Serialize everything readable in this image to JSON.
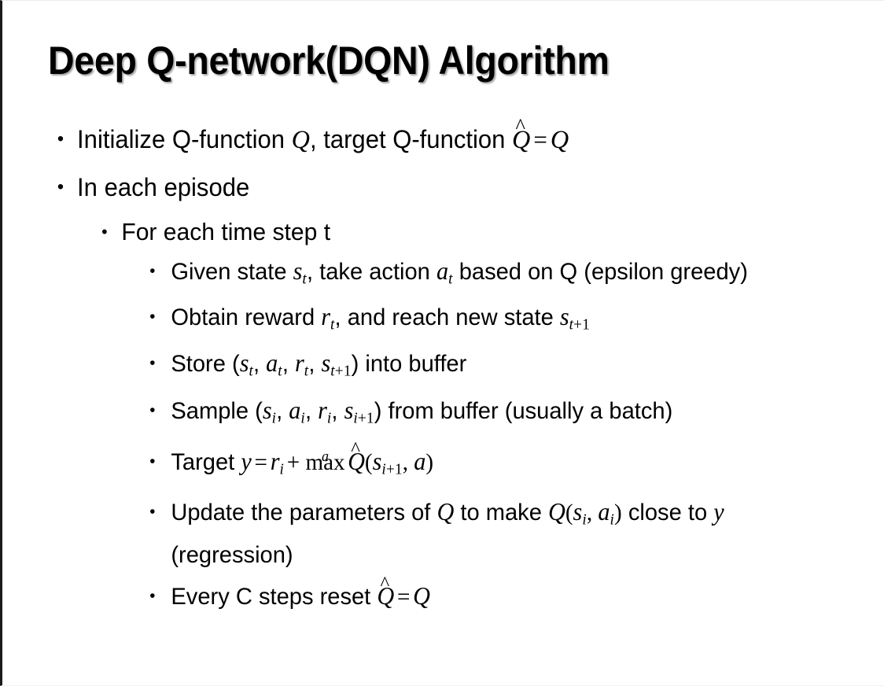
{
  "slide": {
    "title": "Deep Q-network(DQN) Algorithm",
    "background_color": "#ffffff",
    "text_color": "#000000",
    "border_color": "#1a1a1a",
    "bullet_glyph": "•"
  },
  "content": {
    "l1_initialize": {
      "text_a": "Initialize Q-function ",
      "var_q1": "Q",
      "text_b": ", target Q-function ",
      "qhat": "Q",
      "hat": "^",
      "equals": "=",
      "var_q2": "Q"
    },
    "l1_episode": {
      "text": "In each episode"
    },
    "l2_timestep": {
      "text": "For each time step t"
    },
    "l3_given": {
      "text_a": "Given state ",
      "var_s": "s",
      "sub_s": "t",
      "text_b": ", take action ",
      "var_a": "a",
      "sub_a": "t",
      "text_c": " based on Q (epsilon greedy)"
    },
    "l3_obtain": {
      "text_a": "Obtain reward ",
      "var_r": "r",
      "sub_r": "t",
      "text_b": ", and reach new state ",
      "var_s2": "s",
      "sub_s2_var": "t",
      "sub_s2_plus": "+1"
    },
    "l3_store": {
      "text_a": "Store (",
      "var_s": "s",
      "sub_s": "t",
      "sep1": ", ",
      "var_a": "a",
      "sub_a": "t",
      "sep2": ", ",
      "var_r": "r",
      "sub_r": "t",
      "sep3": ", ",
      "var_s2": "s",
      "sub_s2_var": "t",
      "sub_s2_plus": "+1",
      "text_b": ") into buffer"
    },
    "l3_sample": {
      "text_a": "Sample (",
      "var_s": "s",
      "sub_s": "i",
      "sep1": ", ",
      "var_a": "a",
      "sub_a": "i",
      "sep2": ", ",
      "var_r": "r",
      "sub_r": "i",
      "sep3": ", ",
      "var_s2": "s",
      "sub_s2_var": "i",
      "sub_s2_plus": "+1",
      "text_b": ") from buffer (usually a batch)"
    },
    "l3_target": {
      "text_a": "Target ",
      "var_y": "y",
      "equals": "=",
      "var_r": "r",
      "sub_r": "i",
      "plus": "+",
      "max_label": "max",
      "max_limit": "a",
      "qhat": "Q",
      "hat": "^",
      "paren_open": "(",
      "var_s": "s",
      "sub_s_var": "i",
      "sub_s_plus": "+1",
      "comma": ", ",
      "var_a": "a",
      "paren_close": ")"
    },
    "l3_update": {
      "text_a": "Update the parameters of ",
      "var_q1": "Q",
      "text_b": " to make ",
      "var_q2": "Q",
      "paren_open": "(",
      "var_s": "s",
      "sub_s": "i",
      "comma": ", ",
      "var_a": "a",
      "sub_a": "i",
      "paren_close": ")",
      "text_c": " close to ",
      "var_y": "y",
      "text_d": " (regression)"
    },
    "l3_reset": {
      "text_a": "Every C steps reset ",
      "qhat": "Q",
      "hat": "^",
      "equals": "=",
      "var_q": "Q"
    }
  }
}
